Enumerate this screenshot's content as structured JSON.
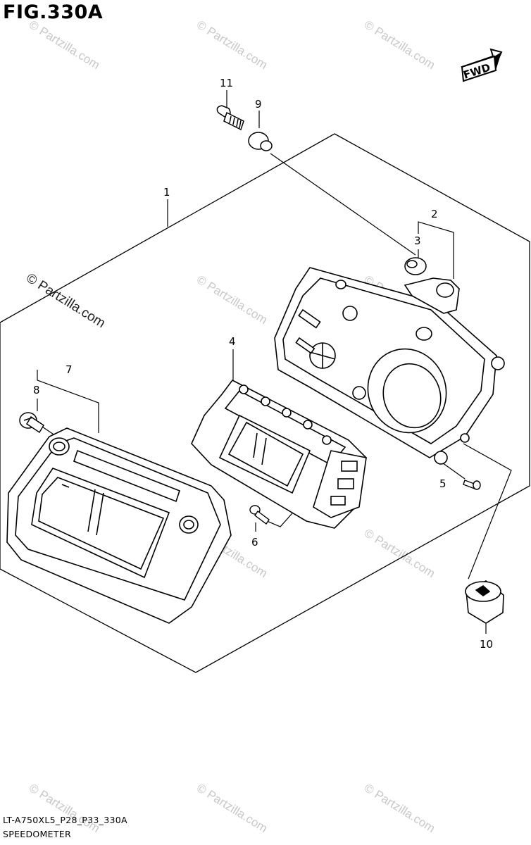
{
  "figure": {
    "title": "FIG.330A",
    "model_code": "LT-A750XL5_P28_P33_330A",
    "name": "SPEEDOMETER",
    "fwd_label": "FWD"
  },
  "watermark": {
    "text": "© Partzilla.com"
  },
  "callouts": [
    {
      "id": "callout-1",
      "label": "1"
    },
    {
      "id": "callout-2",
      "label": "2"
    },
    {
      "id": "callout-3",
      "label": "3"
    },
    {
      "id": "callout-4",
      "label": "4"
    },
    {
      "id": "callout-5",
      "label": "5"
    },
    {
      "id": "callout-6",
      "label": "6"
    },
    {
      "id": "callout-7",
      "label": "7"
    },
    {
      "id": "callout-8",
      "label": "8"
    },
    {
      "id": "callout-9",
      "label": "9"
    },
    {
      "id": "callout-10",
      "label": "10"
    },
    {
      "id": "callout-11",
      "label": "11"
    }
  ],
  "colors": {
    "line": "#000000",
    "watermark": "#c8c8c8",
    "part_fill": "#ffffff",
    "shade": "#9a9a9a"
  }
}
